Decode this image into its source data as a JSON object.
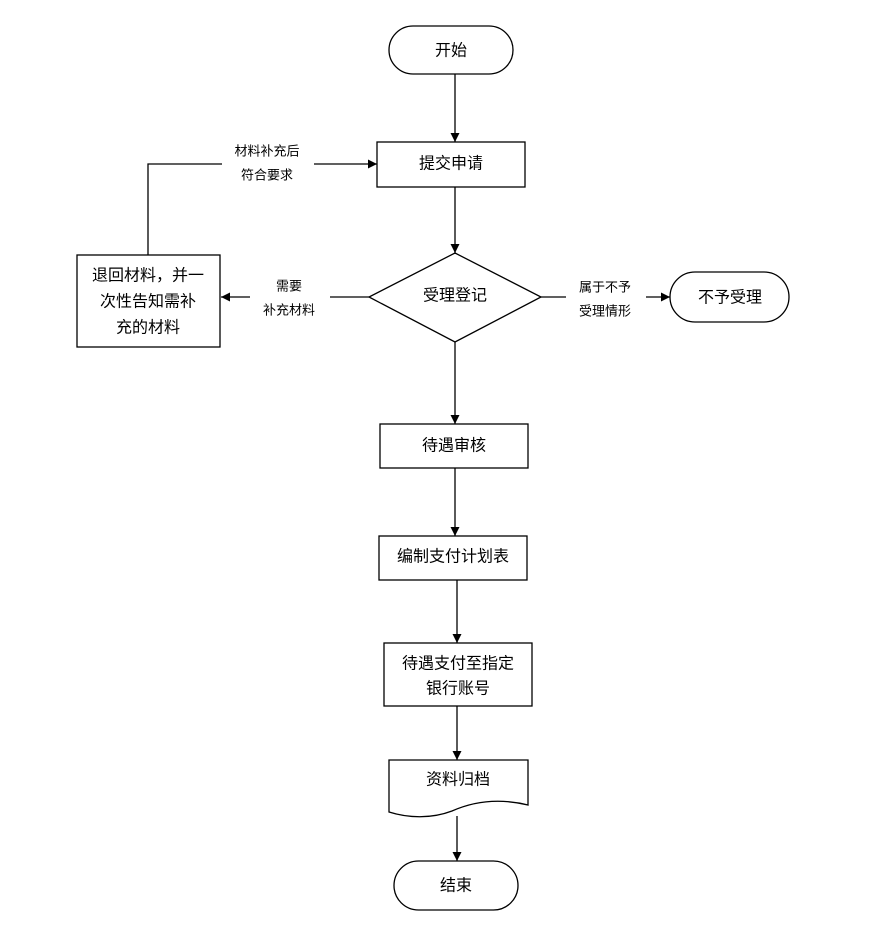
{
  "nodes": {
    "start": [
      "开始"
    ],
    "submit": [
      "提交申请"
    ],
    "register": [
      "受理登记"
    ],
    "reject": [
      "不予受理"
    ],
    "return_materials": [
      "退回材料，并一",
      "次性告知需补",
      "充的材料"
    ],
    "review": [
      "待遇审核"
    ],
    "plan": [
      "编制支付计划表"
    ],
    "pay": [
      "待遇支付至指定",
      "银行账号"
    ],
    "archive": [
      "资料归档"
    ],
    "end": [
      "结束"
    ]
  },
  "edges": {
    "resubmit": [
      "材料补充后",
      "符合要求"
    ],
    "need_materials": [
      "需要",
      "补充材料"
    ],
    "not_accepted": [
      "属于不予",
      "受理情形"
    ]
  }
}
